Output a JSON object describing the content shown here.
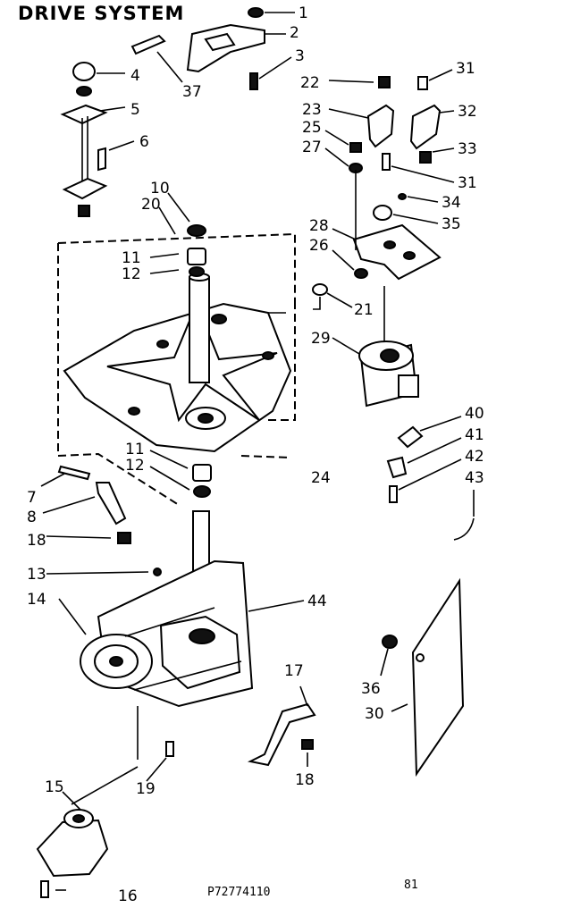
{
  "title": "DRIVE SYSTEM",
  "callouts": [
    "1",
    "2",
    "3",
    "4",
    "5",
    "6",
    "10",
    "20",
    "11",
    "12",
    "37",
    "22",
    "31",
    "23",
    "32",
    "25",
    "33",
    "27",
    "31",
    "34",
    "35",
    "28",
    "26",
    "21",
    "29",
    "40",
    "41",
    "42",
    "43",
    "11",
    "12",
    "24",
    "7",
    "8",
    "18",
    "13",
    "14",
    "44",
    "36",
    "30",
    "17",
    "18",
    "19",
    "15"
  ],
  "footer": {
    "part_ref": "16",
    "code": "P72774110",
    "suffix": "81"
  }
}
